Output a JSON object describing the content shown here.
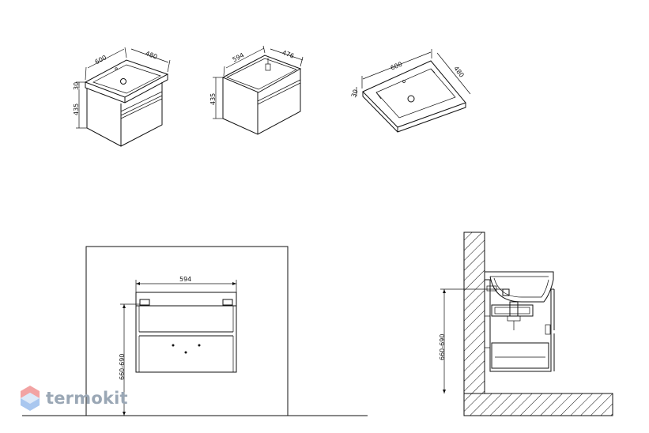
{
  "views": {
    "cabinet_iso": {
      "width_label": "600",
      "depth_label": "480",
      "top_label": "30",
      "height_label": "435"
    },
    "body_iso": {
      "width_label": "594",
      "depth_label": "476",
      "height_label": "435"
    },
    "basin_iso": {
      "width_label": "600",
      "depth_label": "480",
      "thickness_label": "30"
    },
    "front_view": {
      "width_label": "594",
      "mount_height_label": "660-690"
    },
    "side_view": {
      "mount_height_label": "660-690"
    }
  },
  "watermark": {
    "text": "termokit"
  }
}
